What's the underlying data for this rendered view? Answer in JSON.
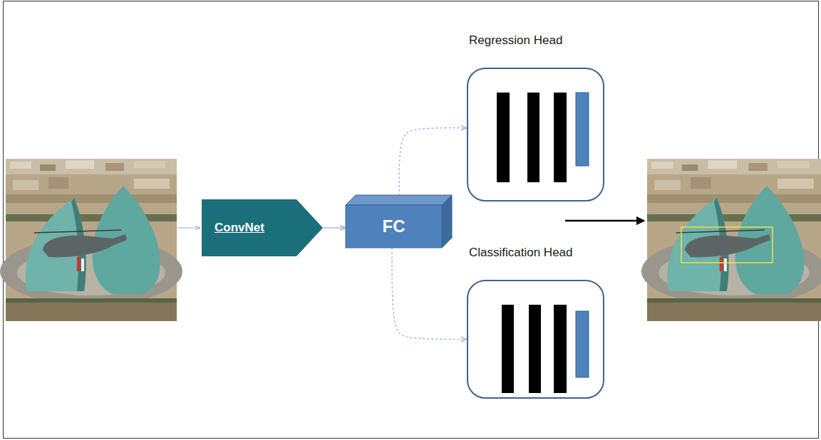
{
  "diagram": {
    "nodes": [
      {
        "text": [
          "ConvNet"
        ]
      },
      {
        "text": [
          "FC"
        ]
      },
      {
        "text": [
          "Regression Head"
        ]
      },
      {
        "text": [
          "Classification Head"
        ]
      }
    ],
    "edges": [
      {
        "from": 0,
        "to": 1,
        "arrow": "to"
      },
      {
        "from": 1,
        "to": 2,
        "arrow": "to"
      },
      {
        "from": 1,
        "to": 3,
        "arrow": "to"
      }
    ]
  }
}
